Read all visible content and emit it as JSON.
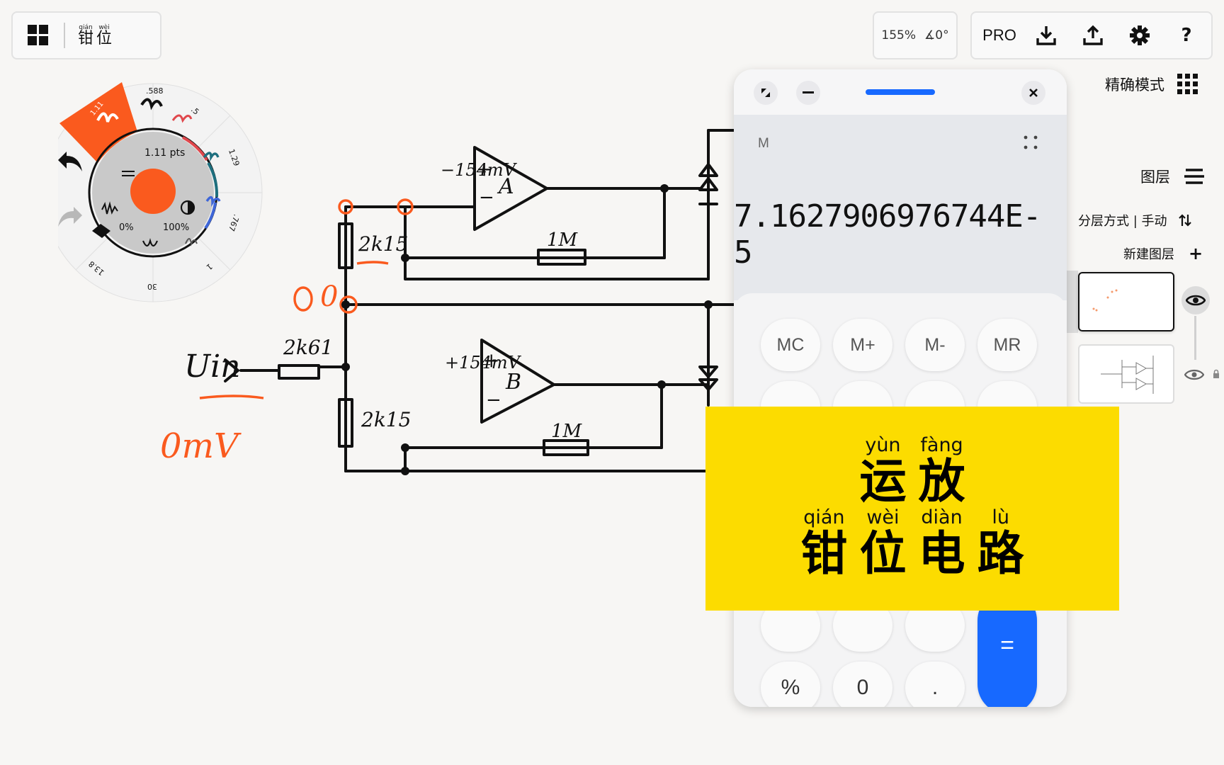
{
  "app": {
    "menu_icon": "grid-menu-icon",
    "document_title": {
      "chars": [
        {
          "py": "qián",
          "hz": "钳"
        },
        {
          "py": "wèi",
          "hz": "位"
        }
      ]
    }
  },
  "toolbar": {
    "zoom": "155%",
    "rotation": "∡0°",
    "pro_label": "PRO",
    "icons": [
      "download-icon",
      "upload-icon",
      "gear-icon",
      "help-icon"
    ],
    "help_label": "?"
  },
  "side_panel": {
    "precision_mode": "精确模式",
    "layers": "图层",
    "layering_mode": "分层方式 | 手动",
    "new_layer": "新建图层",
    "plus": "+"
  },
  "brush_wheel": {
    "size_label": "1.11 pts",
    "opacity_min": "0%",
    "opacity_max": "100%",
    "presets": [
      "1.11",
      ".588",
      ".5",
      "1.29",
      ".767",
      "1",
      "30",
      "13.8"
    ],
    "active_color": "#fa5a1e"
  },
  "circuit": {
    "opamp_a": "A",
    "opamp_b": "B",
    "plus": "+",
    "minus": "−",
    "v_a": "−154mV",
    "v_b": "+154mV",
    "r_top": "2k15",
    "r_bottom": "2k15",
    "r_input": "2k61",
    "r_fb_a": "1M",
    "r_fb_b": "1M",
    "input_label": "Uin",
    "input_value": "0mV",
    "node_zero": "0"
  },
  "calculator": {
    "memory_indicator": "M",
    "display": "7.1627906976744E-5",
    "memory_buttons": [
      "MC",
      "M+",
      "M-",
      "MR"
    ],
    "bottom_buttons": [
      "%",
      "0",
      "."
    ],
    "equals": "="
  },
  "title_card": {
    "line1": [
      {
        "py": "yùn",
        "hz": "运"
      },
      {
        "py": "fàng",
        "hz": "放"
      }
    ],
    "line2": [
      {
        "py": "qián",
        "hz": "钳"
      },
      {
        "py": "wèi",
        "hz": "位"
      },
      {
        "py": "diàn",
        "hz": "电"
      },
      {
        "py": "lù",
        "hz": "路"
      }
    ]
  },
  "colors": {
    "accent": "#fa5a1e",
    "calc_blue": "#1769ff",
    "title_yellow": "#fcdc00"
  }
}
